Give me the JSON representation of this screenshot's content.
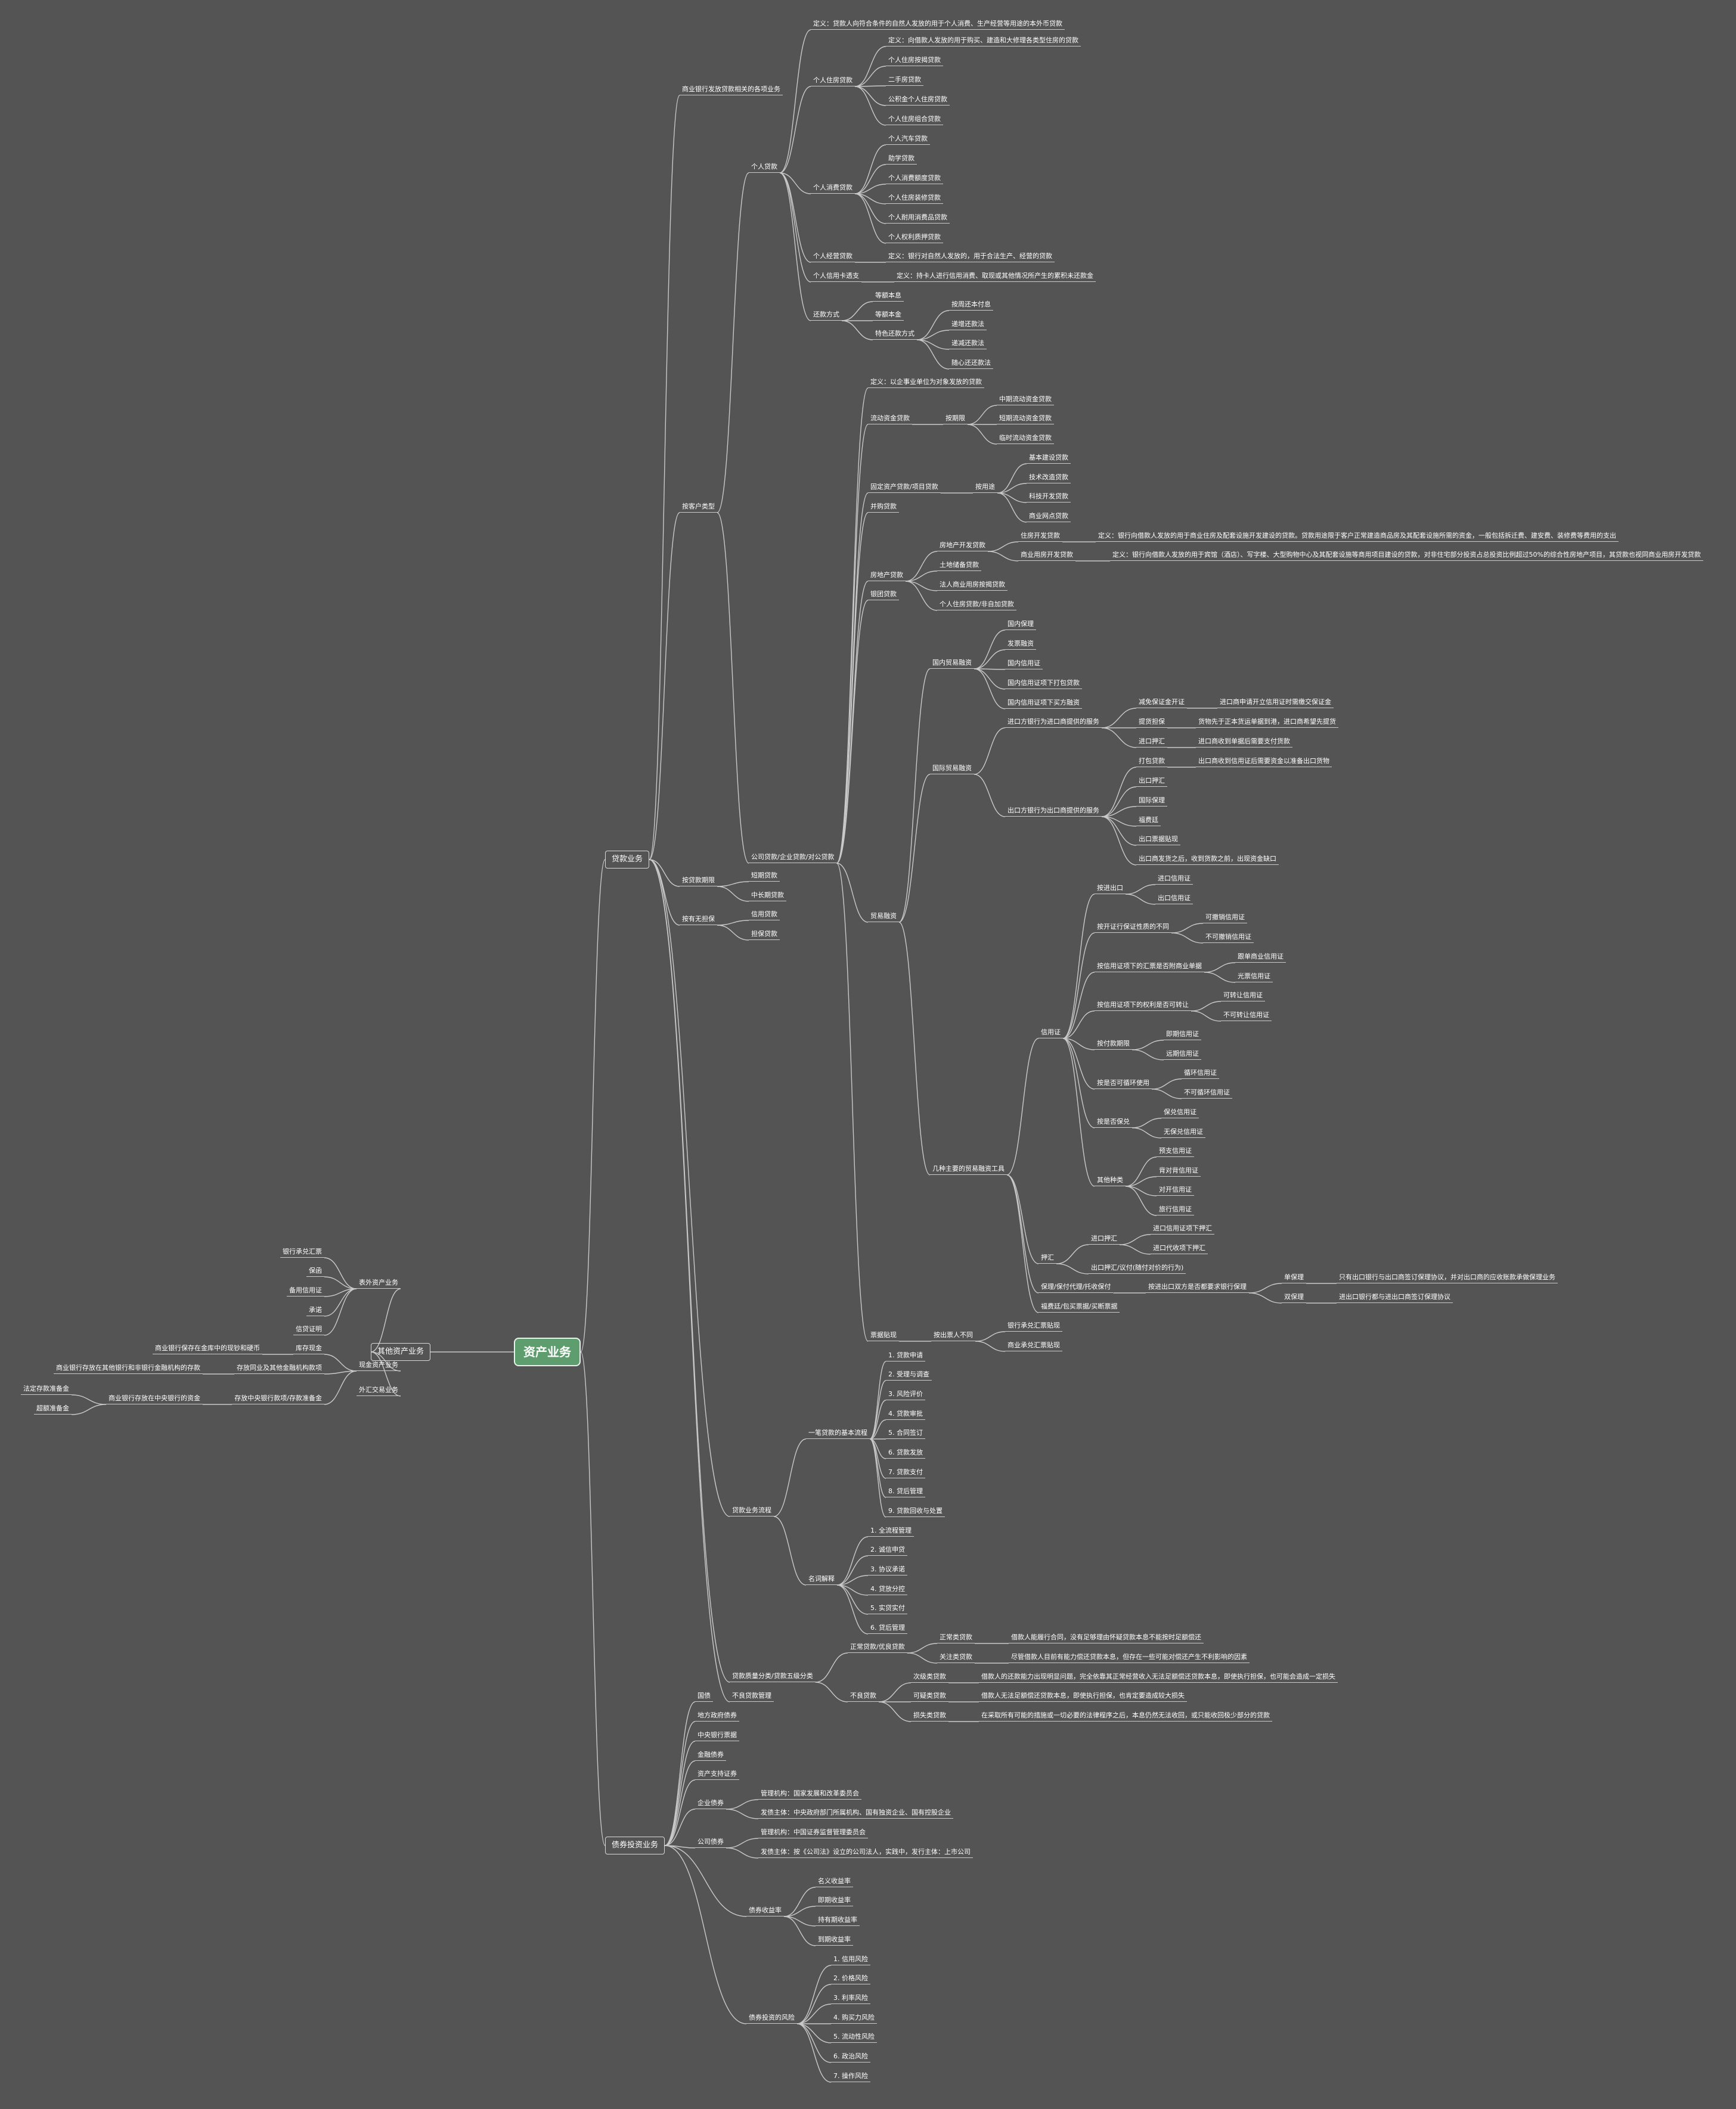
{
  "nodes": [
    {
      "id": "root",
      "label": "资产业务"
    },
    {
      "id": "L1",
      "label": "其他资产业务"
    },
    {
      "id": "L1a",
      "label": "表外资产业务"
    },
    {
      "id": "L1a1",
      "label": "银行承兑汇票"
    },
    {
      "id": "L1a2",
      "label": "保函"
    },
    {
      "id": "L1a3",
      "label": "备用信用证"
    },
    {
      "id": "L1a4",
      "label": "承诺"
    },
    {
      "id": "L1a5",
      "label": "信贷证明"
    },
    {
      "id": "L1b",
      "label": "现金资产业务"
    },
    {
      "id": "L1b1",
      "label": "库存现金"
    },
    {
      "id": "L1b1a",
      "label": "商业银行保存在金库中的现钞和硬币"
    },
    {
      "id": "L1b2",
      "label": "存放同业及其他金融机构款项"
    },
    {
      "id": "L1b2a",
      "label": "商业银行存放在其他银行和非银行金融机构的存款"
    },
    {
      "id": "L1b3",
      "label": "存放中央银行款项/存款准备金"
    },
    {
      "id": "L1b3a",
      "label": "商业银行存放在中央银行的资金"
    },
    {
      "id": "L1b3a1",
      "label": "法定存款准备金"
    },
    {
      "id": "L1b3a2",
      "label": "超额准备金"
    },
    {
      "id": "L1c",
      "label": "外汇交易业务"
    },
    {
      "id": "A",
      "label": "贷款业务"
    },
    {
      "id": "A1",
      "label": "商业银行发放贷款相关的各项业务"
    },
    {
      "id": "A2",
      "label": "按客户类型"
    },
    {
      "id": "A21",
      "label": "个人贷款"
    },
    {
      "id": "A211",
      "label": "定义：贷款人向符合条件的自然人发放的用于个人消费、生产经营等用途的本外币贷款"
    },
    {
      "id": "A212",
      "label": "个人住房贷款"
    },
    {
      "id": "A2121",
      "label": "定义：向借款人发放的用于购买、建造和大修理各类型住房的贷款"
    },
    {
      "id": "A2122",
      "label": "个人住房按揭贷款"
    },
    {
      "id": "A2123",
      "label": "二手房贷款"
    },
    {
      "id": "A2124",
      "label": "公积金个人住房贷款"
    },
    {
      "id": "A2125",
      "label": "个人住房组合贷款"
    },
    {
      "id": "A213",
      "label": "个人消费贷款"
    },
    {
      "id": "A2131",
      "label": "个人汽车贷款"
    },
    {
      "id": "A2132",
      "label": "助学贷款"
    },
    {
      "id": "A2133",
      "label": "个人消费额度贷款"
    },
    {
      "id": "A2134",
      "label": "个人住房装修贷款"
    },
    {
      "id": "A2135",
      "label": "个人耐用消费品贷款"
    },
    {
      "id": "A2136",
      "label": "个人权利质押贷款"
    },
    {
      "id": "A214",
      "label": "个人经营贷款"
    },
    {
      "id": "A2141",
      "label": "定义：银行对自然人发放的，用于合法生产、经营的贷款"
    },
    {
      "id": "A215",
      "label": "个人信用卡透支"
    },
    {
      "id": "A2151",
      "label": "定义：持卡人进行信用消费、取现或其他情况所产生的累积未还款金"
    },
    {
      "id": "A216",
      "label": "还款方式"
    },
    {
      "id": "A2161",
      "label": "等额本息"
    },
    {
      "id": "A2162",
      "label": "等额本金"
    },
    {
      "id": "A2163",
      "label": "特色还款方式"
    },
    {
      "id": "A21631",
      "label": "按周还本付息"
    },
    {
      "id": "A21632",
      "label": "递增还款法"
    },
    {
      "id": "A21633",
      "label": "递减还款法"
    },
    {
      "id": "A21634",
      "label": "随心还还款法"
    },
    {
      "id": "A22",
      "label": "公司贷款/企业贷款/对公贷款"
    },
    {
      "id": "A221",
      "label": "定义：以企事业单位为对象发放的贷款"
    },
    {
      "id": "A222",
      "label": "流动资金贷款"
    },
    {
      "id": "A2221",
      "label": "按期限"
    },
    {
      "id": "A22211",
      "label": "中期流动资金贷款"
    },
    {
      "id": "A22212",
      "label": "短期流动资金贷款"
    },
    {
      "id": "A22213",
      "label": "临时流动资金贷款"
    },
    {
      "id": "A223",
      "label": "固定资产贷款/项目贷款"
    },
    {
      "id": "A2231",
      "label": "按用途"
    },
    {
      "id": "A22311",
      "label": "基本建设贷款"
    },
    {
      "id": "A22312",
      "label": "技术改造贷款"
    },
    {
      "id": "A22313",
      "label": "科技开发贷款"
    },
    {
      "id": "A22314",
      "label": "商业网点贷款"
    },
    {
      "id": "A224",
      "label": "并购贷款"
    },
    {
      "id": "A225",
      "label": "房地产贷款"
    },
    {
      "id": "A2251",
      "label": "房地产开发贷款"
    },
    {
      "id": "A22511",
      "label": "住房开发贷款"
    },
    {
      "id": "A225111",
      "label": "定义：银行向借款人发放的用于商业住房及配套设施开发建设的贷款。贷款用途限于客户正常建造商品房及其配套设施所需的资金，一般包括拆迁费、建安费、装修费等费用的支出"
    },
    {
      "id": "A22512",
      "label": "商业用房开发贷款"
    },
    {
      "id": "A225121",
      "label": "定义：银行向借款人发放的用于宾馆（酒店）、写字楼、大型购物中心及其配套设施等商用项目建设的贷款，对非住宅部分投资占总投资比例超过50%的综合性房地产项目，其贷款也视同商业用房开发贷款"
    },
    {
      "id": "A2252",
      "label": "土地储备贷款"
    },
    {
      "id": "A2253",
      "label": "法人商业用房按揭贷款"
    },
    {
      "id": "A2254",
      "label": "个人住房贷款/非自加贷款"
    },
    {
      "id": "A226",
      "label": "银团贷款"
    },
    {
      "id": "A227",
      "label": "贸易融资"
    },
    {
      "id": "A2271",
      "label": "国内贸易融资"
    },
    {
      "id": "A22711",
      "label": "国内保理"
    },
    {
      "id": "A22712",
      "label": "发票融资"
    },
    {
      "id": "A22713",
      "label": "国内信用证"
    },
    {
      "id": "A22714",
      "label": "国内信用证项下打包贷款"
    },
    {
      "id": "A22715",
      "label": "国内信用证项下买方融资"
    },
    {
      "id": "A2272",
      "label": "国际贸易融资"
    },
    {
      "id": "A22721",
      "label": "进口方银行为进口商提供的服务"
    },
    {
      "id": "A227211",
      "label": "减免保证金开证"
    },
    {
      "id": "A2272111",
      "label": "进口商申请开立信用证时需缴交保证金"
    },
    {
      "id": "A227212",
      "label": "提货担保"
    },
    {
      "id": "A2272121",
      "label": "货物先于正本货运单据到港，进口商希望先提货"
    },
    {
      "id": "A227213",
      "label": "进口押汇"
    },
    {
      "id": "A2272131",
      "label": "进口商收到单据后需要支付货款"
    },
    {
      "id": "A22722",
      "label": "出口方银行为出口商提供的服务"
    },
    {
      "id": "A227221",
      "label": "打包贷款"
    },
    {
      "id": "A2272211",
      "label": "出口商收到信用证后需要资金以准备出口货物"
    },
    {
      "id": "A227222",
      "label": "出口押汇"
    },
    {
      "id": "A227223",
      "label": "国际保理"
    },
    {
      "id": "A227224",
      "label": "福费廷"
    },
    {
      "id": "A227225",
      "label": "出口票据贴现"
    },
    {
      "id": "A227226",
      "label": "出口商发货之后，收到货款之前，出现资金缺口"
    },
    {
      "id": "A2273",
      "label": "几种主要的贸易融资工具"
    },
    {
      "id": "A22731",
      "label": "信用证"
    },
    {
      "id": "A227311",
      "label": "按进出口"
    },
    {
      "id": "A2273111",
      "label": "进口信用证"
    },
    {
      "id": "A2273112",
      "label": "出口信用证"
    },
    {
      "id": "A227312",
      "label": "按开证行保证性质的不同"
    },
    {
      "id": "A2273121",
      "label": "可撤销信用证"
    },
    {
      "id": "A2273122",
      "label": "不可撤销信用证"
    },
    {
      "id": "A227313",
      "label": "按信用证项下的汇票是否附商业单据"
    },
    {
      "id": "A2273131",
      "label": "跟单商业信用证"
    },
    {
      "id": "A2273132",
      "label": "光票信用证"
    },
    {
      "id": "A227314",
      "label": "按信用证项下的权利是否可转让"
    },
    {
      "id": "A2273141",
      "label": "可转让信用证"
    },
    {
      "id": "A2273142",
      "label": "不可转让信用证"
    },
    {
      "id": "A227315",
      "label": "按付款期限"
    },
    {
      "id": "A2273151",
      "label": "即期信用证"
    },
    {
      "id": "A2273152",
      "label": "远期信用证"
    },
    {
      "id": "A227316",
      "label": "按是否可循环使用"
    },
    {
      "id": "A2273161",
      "label": "循环信用证"
    },
    {
      "id": "A2273162",
      "label": "不可循环信用证"
    },
    {
      "id": "A227317",
      "label": "按是否保兑"
    },
    {
      "id": "A2273171",
      "label": "保兑信用证"
    },
    {
      "id": "A2273172",
      "label": "无保兑信用证"
    },
    {
      "id": "A227318",
      "label": "其他种类"
    },
    {
      "id": "A2273181",
      "label": "预支信用证"
    },
    {
      "id": "A2273182",
      "label": "背对背信用证"
    },
    {
      "id": "A2273183",
      "label": "对开信用证"
    },
    {
      "id": "A2273184",
      "label": "旅行信用证"
    },
    {
      "id": "A22732",
      "label": "押汇"
    },
    {
      "id": "A227321",
      "label": "进口押汇"
    },
    {
      "id": "A2273211",
      "label": "进口信用证项下押汇"
    },
    {
      "id": "A2273212",
      "label": "进口代收项下押汇"
    },
    {
      "id": "A227322",
      "label": "出口押汇/议付(随付对价的行为)"
    },
    {
      "id": "A22733",
      "label": "保理/保付代理/托收保付"
    },
    {
      "id": "A227331",
      "label": "按进出口双方是否都要求银行保理"
    },
    {
      "id": "A2273311",
      "label": "单保理"
    },
    {
      "id": "A22733111",
      "label": "只有出口银行与出口商签订保理协议，并对出口商的应收账款承做保理业务"
    },
    {
      "id": "A2273312",
      "label": "双保理"
    },
    {
      "id": "A22733121",
      "label": "进出口银行都与进出口商签订保理协议"
    },
    {
      "id": "A22734",
      "label": "福费廷/包买票据/买断票据"
    },
    {
      "id": "A228",
      "label": "票据贴现"
    },
    {
      "id": "A2281",
      "label": "按出票人不同"
    },
    {
      "id": "A22811",
      "label": "银行承兑汇票贴现"
    },
    {
      "id": "A22812",
      "label": "商业承兑汇票贴现"
    },
    {
      "id": "A3",
      "label": "按贷款期限"
    },
    {
      "id": "A31",
      "label": "短期贷款"
    },
    {
      "id": "A32",
      "label": "中长期贷款"
    },
    {
      "id": "A4",
      "label": "按有无担保"
    },
    {
      "id": "A41",
      "label": "信用贷款"
    },
    {
      "id": "A42",
      "label": "担保贷款"
    },
    {
      "id": "A5",
      "label": "贷款业务流程"
    },
    {
      "id": "A51",
      "label": "一笔贷款的基本流程"
    },
    {
      "id": "A511",
      "label": "1. 贷款申请"
    },
    {
      "id": "A512",
      "label": "2. 受理与调查"
    },
    {
      "id": "A513",
      "label": "3. 风险评价"
    },
    {
      "id": "A514",
      "label": "4. 贷款审批"
    },
    {
      "id": "A515",
      "label": "5. 合同签订"
    },
    {
      "id": "A516",
      "label": "6. 贷款发放"
    },
    {
      "id": "A517",
      "label": "7. 贷款支付"
    },
    {
      "id": "A518",
      "label": "8. 贷后管理"
    },
    {
      "id": "A519",
      "label": "9. 贷款回收与处置"
    },
    {
      "id": "A52",
      "label": "名词解释"
    },
    {
      "id": "A521",
      "label": "1. 全流程管理"
    },
    {
      "id": "A522",
      "label": "2. 诚信申贷"
    },
    {
      "id": "A523",
      "label": "3. 协议承诺"
    },
    {
      "id": "A524",
      "label": "4. 贷放分控"
    },
    {
      "id": "A525",
      "label": "5. 实贷实付"
    },
    {
      "id": "A526",
      "label": "6. 贷后管理"
    },
    {
      "id": "A6",
      "label": "贷款质量分类/贷款五级分类"
    },
    {
      "id": "A61",
      "label": "正常贷款/优良贷款"
    },
    {
      "id": "A611",
      "label": "正常类贷款"
    },
    {
      "id": "A6111",
      "label": "借款人能履行合同，没有足够理由怀疑贷款本息不能按时足额偿还"
    },
    {
      "id": "A612",
      "label": "关注类贷款"
    },
    {
      "id": "A6121",
      "label": "尽管借款人目前有能力偿还贷款本息，但存在一些可能对偿还产生不利影响的因素"
    },
    {
      "id": "A62",
      "label": "不良贷款"
    },
    {
      "id": "A621",
      "label": "次级类贷款"
    },
    {
      "id": "A6211",
      "label": "借款人的还款能力出现明显问题，完全依靠其正常经营收入无法足额偿还贷款本息，即使执行担保，也可能会造成一定损失"
    },
    {
      "id": "A622",
      "label": "可疑类贷款"
    },
    {
      "id": "A6221",
      "label": "借款人无法足额偿还贷款本息，即使执行担保，也肯定要造成较大损失"
    },
    {
      "id": "A623",
      "label": "损失类贷款"
    },
    {
      "id": "A6231",
      "label": "在采取所有可能的措施或一切必要的法律程序之后，本息仍然无法收回，或只能收回极少部分的贷款"
    },
    {
      "id": "A63",
      "label": "不良贷款管理"
    },
    {
      "id": "B",
      "label": "债券投资业务"
    },
    {
      "id": "B1",
      "label": "国债"
    },
    {
      "id": "B2",
      "label": "地方政府债券"
    },
    {
      "id": "B3",
      "label": "中央银行票据"
    },
    {
      "id": "B4",
      "label": "金融债券"
    },
    {
      "id": "B5",
      "label": "资产支持证券"
    },
    {
      "id": "B6",
      "label": "企业债券"
    },
    {
      "id": "B61",
      "label": "管理机构：国家发展和改革委员会"
    },
    {
      "id": "B62",
      "label": "发债主体：中央政府部门所属机构、国有独资企业、国有控股企业"
    },
    {
      "id": "B7",
      "label": "公司债券"
    },
    {
      "id": "B71",
      "label": "管理机构：中国证券监督管理委员会"
    },
    {
      "id": "B72",
      "label": "发债主体：按《公司法》设立的公司法人，实践中，发行主体：上市公司"
    },
    {
      "id": "B8",
      "label": "债券收益率"
    },
    {
      "id": "B81",
      "label": "名义收益率"
    },
    {
      "id": "B82",
      "label": "即期收益率"
    },
    {
      "id": "B83",
      "label": "持有期收益率"
    },
    {
      "id": "B84",
      "label": "到期收益率"
    },
    {
      "id": "B9",
      "label": "债券投资的风险"
    },
    {
      "id": "B91",
      "label": "1. 信用风险"
    },
    {
      "id": "B92",
      "label": "2. 价格风险"
    },
    {
      "id": "B93",
      "label": "3. 利率风险"
    },
    {
      "id": "B94",
      "label": "4. 购买力风险"
    },
    {
      "id": "B95",
      "label": "5. 流动性风险"
    },
    {
      "id": "B96",
      "label": "6. 政治风险"
    },
    {
      "id": "B97",
      "label": "7. 操作风险"
    }
  ]
}
